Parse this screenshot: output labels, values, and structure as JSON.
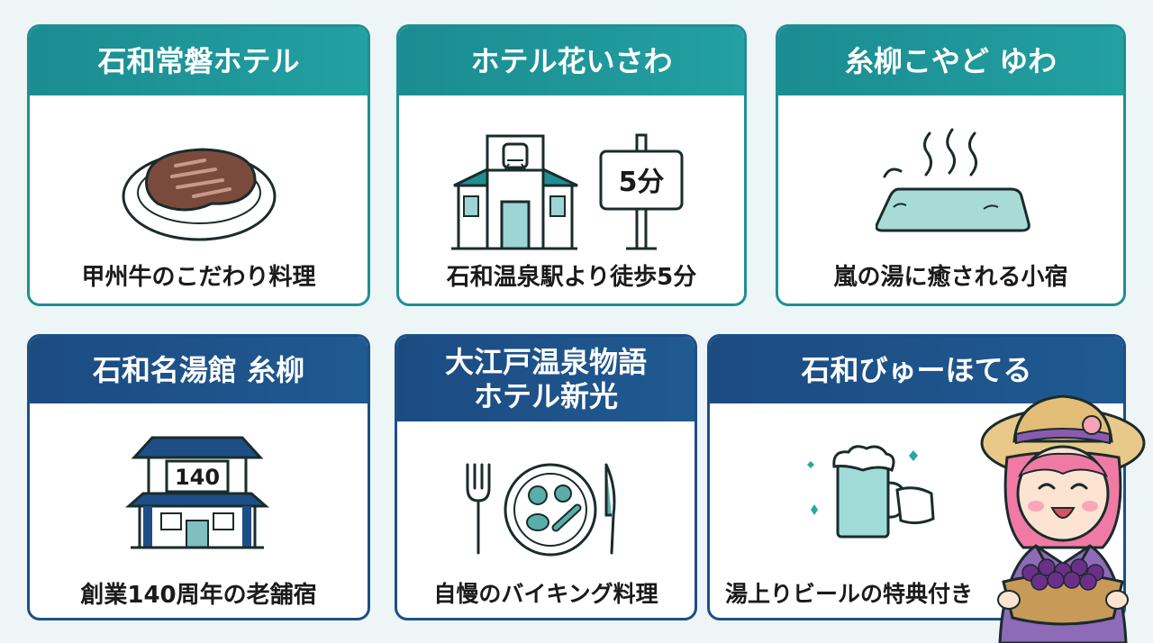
{
  "cards": [
    {
      "title": "石和常磐ホテル",
      "caption": "甲州牛のこだわり料理",
      "icon": "steak-icon"
    },
    {
      "title": "ホテル花いさわ",
      "caption": "石和温泉駅より徒歩5分",
      "icon": "station-icon",
      "sign_text": "5分"
    },
    {
      "title": "糸柳こやど ゆわ",
      "caption": "嵐の湯に癒される小宿",
      "icon": "hot-spring-icon"
    },
    {
      "title": "石和名湯館 糸柳",
      "caption": "創業140周年の老舗宿",
      "icon": "traditional-inn-icon",
      "sign_text": "140"
    },
    {
      "title_line1": "大江戸温泉物語",
      "title_line2": "ホテル新光",
      "caption": "自慢のバイキング料理",
      "icon": "buffet-plate-icon"
    },
    {
      "title": "石和びゅーほてる",
      "caption": "湯上りビールの特典付き",
      "icon": "beer-mug-icon"
    }
  ],
  "colors": {
    "teal": "#1f8f93",
    "navy": "#1d4f86",
    "background": "#eef5f7"
  },
  "mascot": "girl-with-grapes-mascot"
}
